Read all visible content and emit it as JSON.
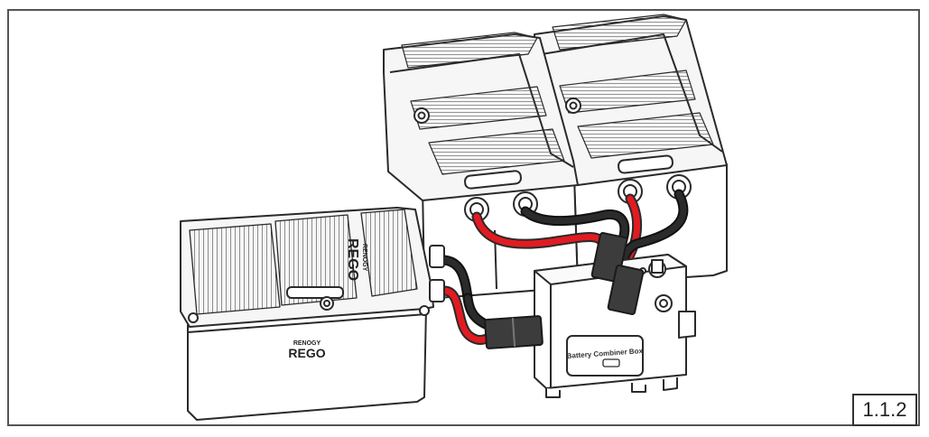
{
  "figure": {
    "label": "1.1.2"
  },
  "labels": {
    "brand_top": "RENOGY",
    "model_top": "REGO",
    "brand_front": "RENOGY",
    "model_front": "REGO",
    "combiner_title": "Battery Combiner Box"
  },
  "colors": {
    "outline": "#2a2a2a",
    "red_cable": "#e11b22",
    "black_cable": "#222222",
    "connector": "#3c3c3c",
    "body_fill": "#ffffff",
    "shade": "#ededed"
  }
}
